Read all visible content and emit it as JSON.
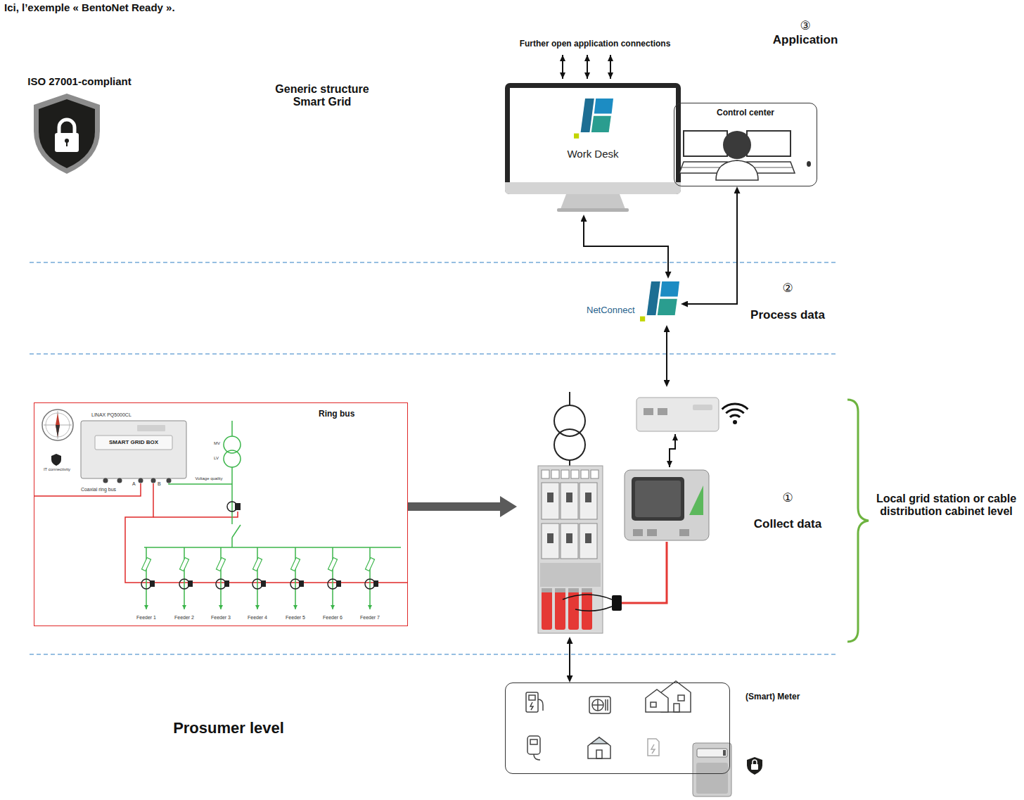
{
  "diagram": {
    "title": "Ici, l’exemple « BentoNet Ready ».",
    "nodes": [
      {
        "text": [
          "Work Desk"
        ]
      },
      {
        "text": [
          "Control center"
        ]
      },
      {
        "text": [
          "NetConnect"
        ]
      },
      {
        "text": [
          "Ring bus"
        ]
      },
      {
        "text": [
          "LINAX PQ5000CL",
          "SMART GRID BOX"
        ],
        "in": 3
      },
      {
        "text": [
          "Local grid station or cable distribution cabinet level"
        ]
      },
      {
        "text": [
          "(Smart) Meter"
        ]
      }
    ],
    "edges": [
      {
        "from": 0,
        "to": 2,
        "arrow": "both"
      },
      {
        "from": 1,
        "to": 2,
        "arrow": "both"
      },
      {
        "from": 2,
        "to": 5,
        "arrow": "both"
      },
      {
        "from": 3,
        "to": 5,
        "arrow": "to"
      },
      {
        "from": 5,
        "to": 6,
        "arrow": "both"
      }
    ],
    "labels": [
      "ISO 27001-compliant",
      "Generic structure Smart Grid",
      "③",
      "Application",
      "Further open application connections",
      "②",
      "Process data",
      "①",
      "Collect data",
      "Prosumer level",
      "IT connectivity",
      "A",
      "B",
      "Voltage quality",
      "MV",
      "LV",
      "Coaxial ring bus",
      "Feeder 1",
      "Feeder 2",
      "Feeder 3",
      "Feeder 4",
      "Feeder 5",
      "Feeder 6",
      "Feeder 7"
    ]
  }
}
